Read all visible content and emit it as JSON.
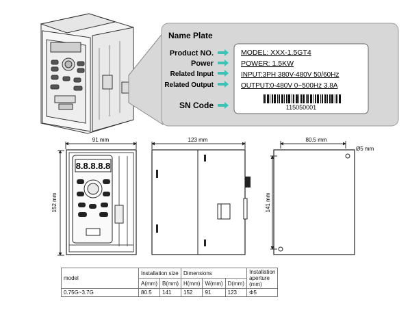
{
  "name_plate": {
    "title": "Name Plate",
    "rows": [
      {
        "label": "Product NO.",
        "value": "MODEL: XXX-1.5GT4"
      },
      {
        "label": "Power",
        "value": "POWER:   1.5KW"
      },
      {
        "label": "Related Input",
        "value": "INPUT:3PH 380V-480V 50/60Hz"
      },
      {
        "label": "Related Output",
        "value": "OUTPUT:0-480V  0~500Hz 3.8A"
      }
    ],
    "sn_label": "SN Code",
    "sn_number": "115050001",
    "arrow_color": "#3fc0b4"
  },
  "dimension_labels": {
    "front_width": "91 mm",
    "front_height": "152 mm",
    "side_depth": "123 mm",
    "back_width": "80.5 mm",
    "back_height": "141 mm",
    "hole_diameter": "Ø5 mm"
  },
  "keypad_display": "8.8.8.8.8",
  "table": {
    "model_header": "model",
    "installation_size_header": "Installation size",
    "dimensions_header": "Dimensions",
    "aperture_header": [
      "Installation",
      "aperture",
      "(mm)"
    ],
    "sub_headers": [
      "A(mm)",
      "B(mm)",
      "H(mm)",
      "W(mm)",
      "D(mm)"
    ],
    "row": [
      "0.75G~3.7G",
      "80.5",
      "141",
      "152",
      "91",
      "123",
      "Φ5"
    ]
  }
}
